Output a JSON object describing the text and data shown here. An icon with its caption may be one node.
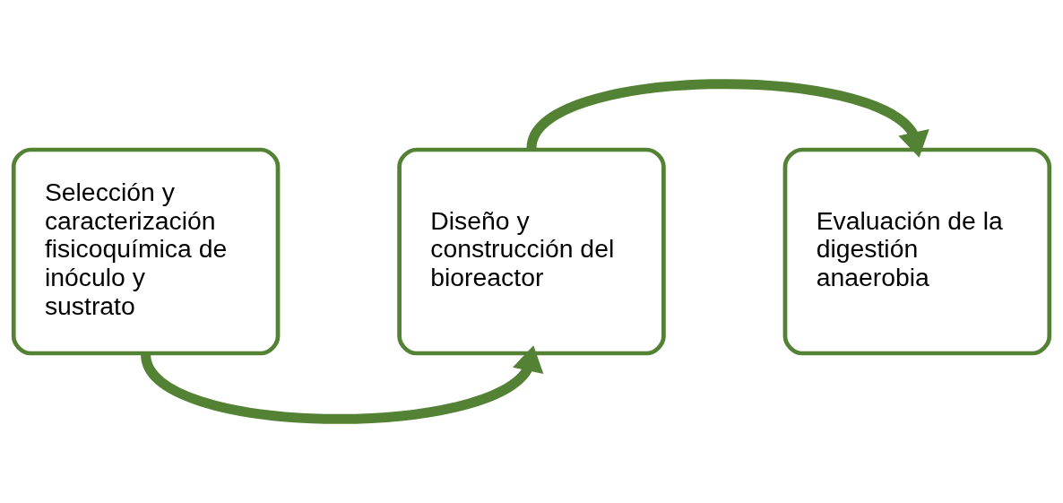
{
  "diagram": {
    "nodes": [
      {
        "text": [
          "Selección y caracterización fisicoquímica de inóculo y sustrato"
        ]
      },
      {
        "text": [
          "Diseño y construcción del bioreactor"
        ]
      },
      {
        "text": [
          "Evaluación de la digestión anaerobia"
        ]
      }
    ],
    "edges": [
      {
        "from": 0,
        "to": 1,
        "arrow": "to"
      },
      {
        "from": 1,
        "to": 2,
        "arrow": "to"
      }
    ]
  }
}
